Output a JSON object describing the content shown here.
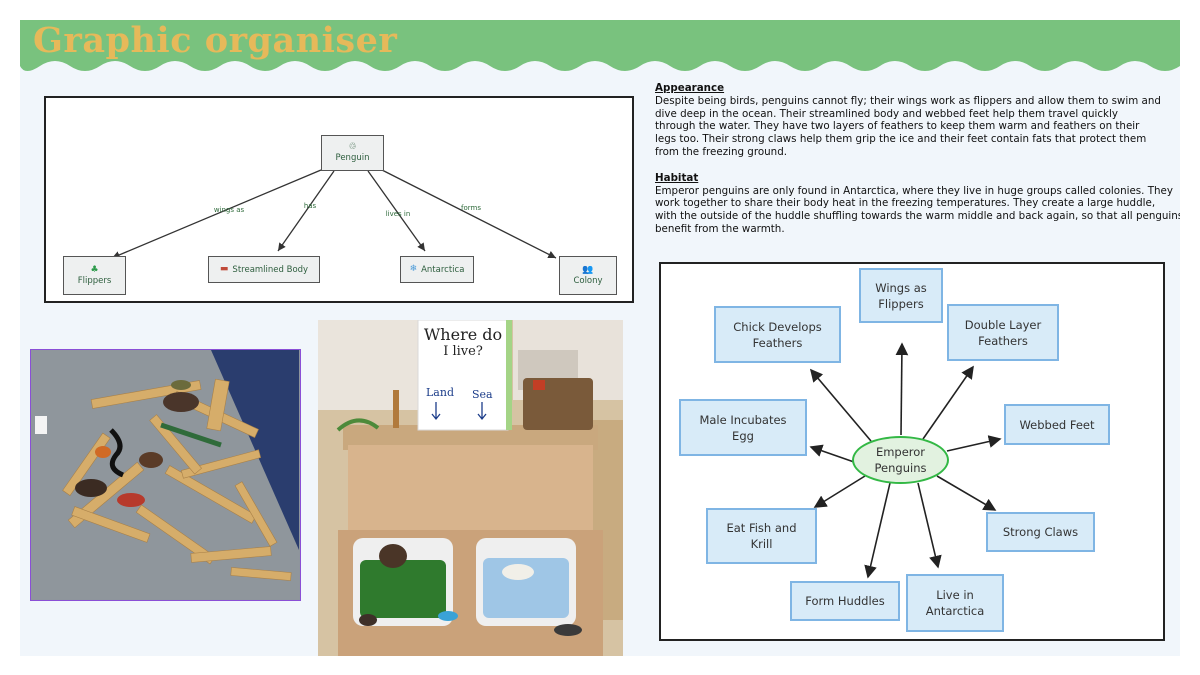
{
  "banner": {
    "title": "Graphic organiser"
  },
  "concept_map": {
    "root": {
      "label": "Penguin",
      "icon": "recycle-icon"
    },
    "children": [
      {
        "label": "Flippers",
        "link": "wings as",
        "icon": "leaf-icon"
      },
      {
        "label": "Streamlined Body",
        "link": "has",
        "icon": "car-icon"
      },
      {
        "label": "Antarctica",
        "link": "lives in",
        "icon": "snowflake-icon"
      },
      {
        "label": "Colony",
        "link": "forms",
        "icon": "people-icon"
      }
    ]
  },
  "text": {
    "appearance_heading": "Appearance",
    "appearance_lines": [
      "Despite being birds, penguins cannot fly; their wings work as flippers and allow them to swim and",
      "dive deep in the ocean. Their streamlined body and webbed feet help them travel quickly",
      "through the water. They have two layers of feathers to keep them warm and feathers on their",
      "legs too. Their strong claws help them grip the ice and their feet contain fats that protect them",
      "from the freezing ground."
    ],
    "habitat_heading": "Habitat",
    "habitat_lines": [
      "Emperor penguins are only found in Antarctica, where they live in huge groups called colonies. They",
      "work together to share their body heat in the freezing temperatures. They create a large huddle,",
      "with the outside of the huddle shuffling towards the warm middle and back again, so that all penguins",
      "benefit from the warmth."
    ]
  },
  "mind_map": {
    "center": [
      "Emperor",
      "Penguins"
    ],
    "nodes": [
      [
        "Wings as",
        "Flippers"
      ],
      [
        "Double Layer",
        "Feathers"
      ],
      [
        "Webbed Feet"
      ],
      [
        "Strong Claws"
      ],
      [
        "Live in",
        "Antarctica"
      ],
      [
        "Form Huddles"
      ],
      [
        "Eat Fish and",
        "Krill"
      ],
      [
        "Male Incubates",
        "Egg"
      ],
      [
        "Chick Develops",
        "Feathers"
      ]
    ]
  },
  "photo2": {
    "sign_title": [
      "Where do",
      "I live?"
    ],
    "sign_land": "Land",
    "sign_sea": "Sea"
  },
  "colors": {
    "banner_green": "#79c27e",
    "title_gold": "#e6b95a",
    "node_fill": "#d8ebf8",
    "node_border": "#7fb5e4",
    "center_border": "#33b845",
    "photo_frame": "#8a4fd6"
  }
}
